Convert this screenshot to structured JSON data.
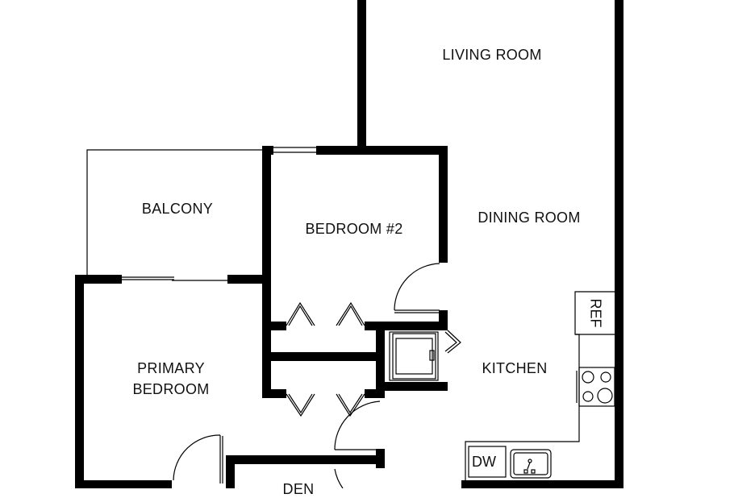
{
  "floorplan": {
    "rooms": [
      {
        "id": "living",
        "label": "LIVING ROOM"
      },
      {
        "id": "dining",
        "label": "DINING ROOM"
      },
      {
        "id": "kitchen",
        "label": "KITCHEN"
      },
      {
        "id": "balcony",
        "label": "BALCONY"
      },
      {
        "id": "bedroom2",
        "label": "BEDROOM #2"
      },
      {
        "id": "primary",
        "label_line1": "PRIMARY",
        "label_line2": "BEDROOM"
      },
      {
        "id": "den",
        "label": "DEN"
      }
    ],
    "fixtures": {
      "refrigerator": "REF",
      "dishwasher": "DW",
      "range": "range-icon",
      "sink": "sink-icon",
      "washer_dryer": "washer-dryer-icon"
    },
    "colors": {
      "wall": "#000000",
      "background": "#ffffff",
      "text": "#111111"
    }
  }
}
